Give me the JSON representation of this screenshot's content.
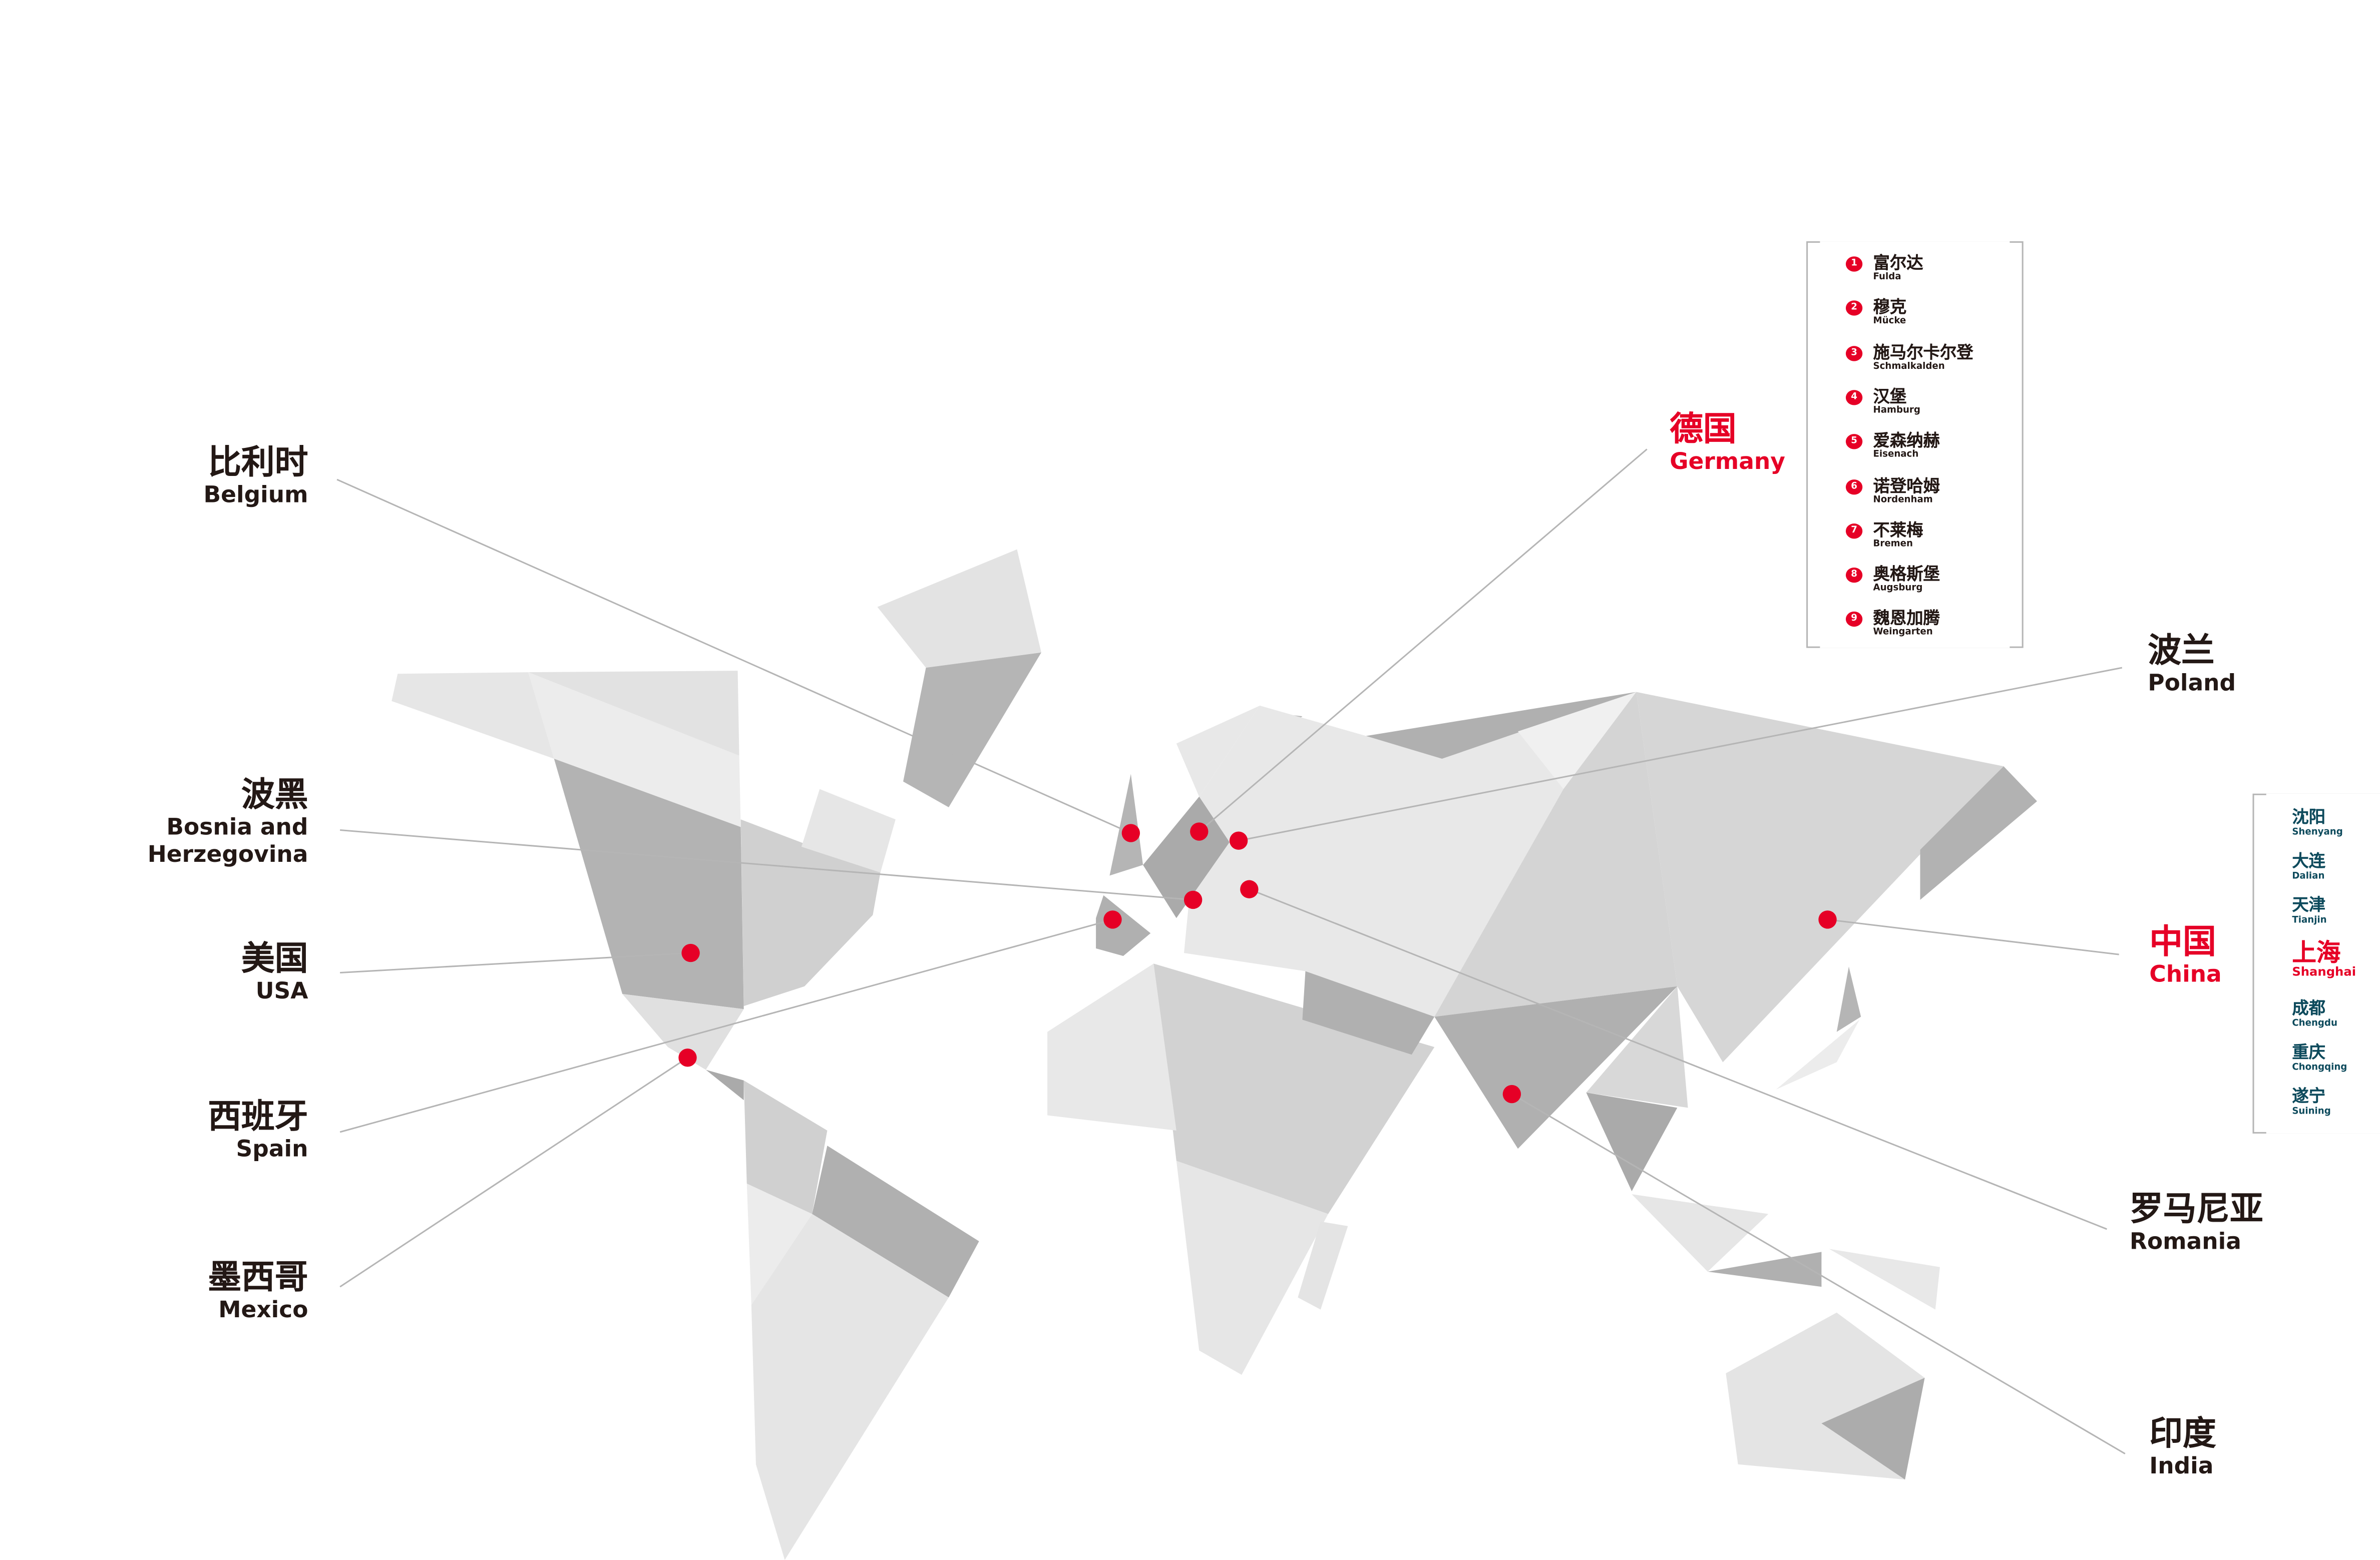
{
  "colors": {
    "accent": "#e60026",
    "text": "#231815",
    "china_list": "#0d4a5c",
    "line": "#b5b5b5"
  },
  "countries": {
    "belgium": {
      "cn": "比利时",
      "en": "Belgium"
    },
    "bosnia": {
      "cn": "波黑",
      "en": "Bosnia and",
      "en2": "Herzegovina"
    },
    "usa": {
      "cn": "美国",
      "en": "USA"
    },
    "spain": {
      "cn": "西班牙",
      "en": "Spain"
    },
    "mexico": {
      "cn": "墨西哥",
      "en": "Mexico"
    },
    "germany": {
      "cn": "德国",
      "en": "Germany"
    },
    "poland": {
      "cn": "波兰",
      "en": "Poland"
    },
    "china": {
      "cn": "中国",
      "en": "China"
    },
    "romania": {
      "cn": "罗马尼亚",
      "en": "Romania"
    },
    "india": {
      "cn": "印度",
      "en": "India"
    }
  },
  "germany_sites": [
    {
      "n": "1",
      "cn": "富尔达",
      "en": "Fulda"
    },
    {
      "n": "2",
      "cn": "穆克",
      "en": "Mücke"
    },
    {
      "n": "3",
      "cn": "施马尔卡尔登",
      "en": "Schmalkalden"
    },
    {
      "n": "4",
      "cn": "汉堡",
      "en": "Hamburg"
    },
    {
      "n": "5",
      "cn": "爱森纳赫",
      "en": "Eisenach"
    },
    {
      "n": "6",
      "cn": "诺登哈姆",
      "en": "Nordenham"
    },
    {
      "n": "7",
      "cn": "不莱梅",
      "en": "Bremen"
    },
    {
      "n": "8",
      "cn": "奥格斯堡",
      "en": "Augsburg"
    },
    {
      "n": "9",
      "cn": "魏恩加腾",
      "en": "Weingarten"
    }
  ],
  "china_sites": [
    {
      "cn": "沈阳",
      "en": "Shenyang"
    },
    {
      "cn": "大连",
      "en": "Dalian"
    },
    {
      "cn": "天津",
      "en": "Tianjin"
    },
    {
      "cn": "上海",
      "en": "Shanghai",
      "highlight": true
    },
    {
      "cn": "成都",
      "en": "Chengdu"
    },
    {
      "cn": "重庆",
      "en": "Chongqing"
    },
    {
      "cn": "遂宁",
      "en": "Suining"
    }
  ]
}
